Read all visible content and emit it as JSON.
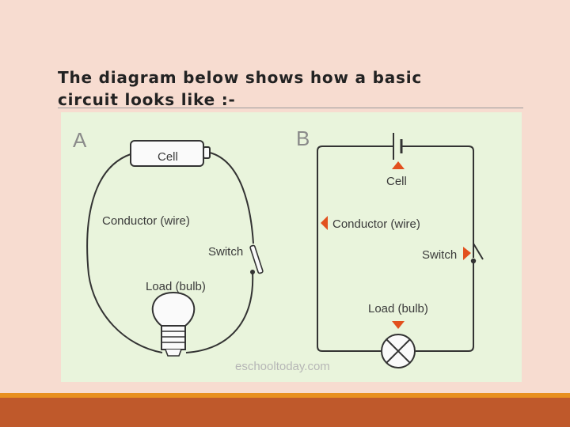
{
  "title": {
    "line1": "The diagram below shows how a basic",
    "line2": "circuit looks like :-"
  },
  "diagram": {
    "panel_a": {
      "letter": "A",
      "cell_label": "Cell",
      "conductor_label": "Conductor (wire)",
      "switch_label": "Switch",
      "load_label": "Load (bulb)"
    },
    "panel_b": {
      "letter": "B",
      "cell_label": "Cell",
      "conductor_label": "Conductor (wire)",
      "switch_label": "Switch",
      "load_label": "Load (bulb)"
    },
    "watermark": "eschooltoday.com",
    "arrow_color": "#e2501e",
    "footer_colors": [
      "#e8901f",
      "#bf592b"
    ]
  }
}
